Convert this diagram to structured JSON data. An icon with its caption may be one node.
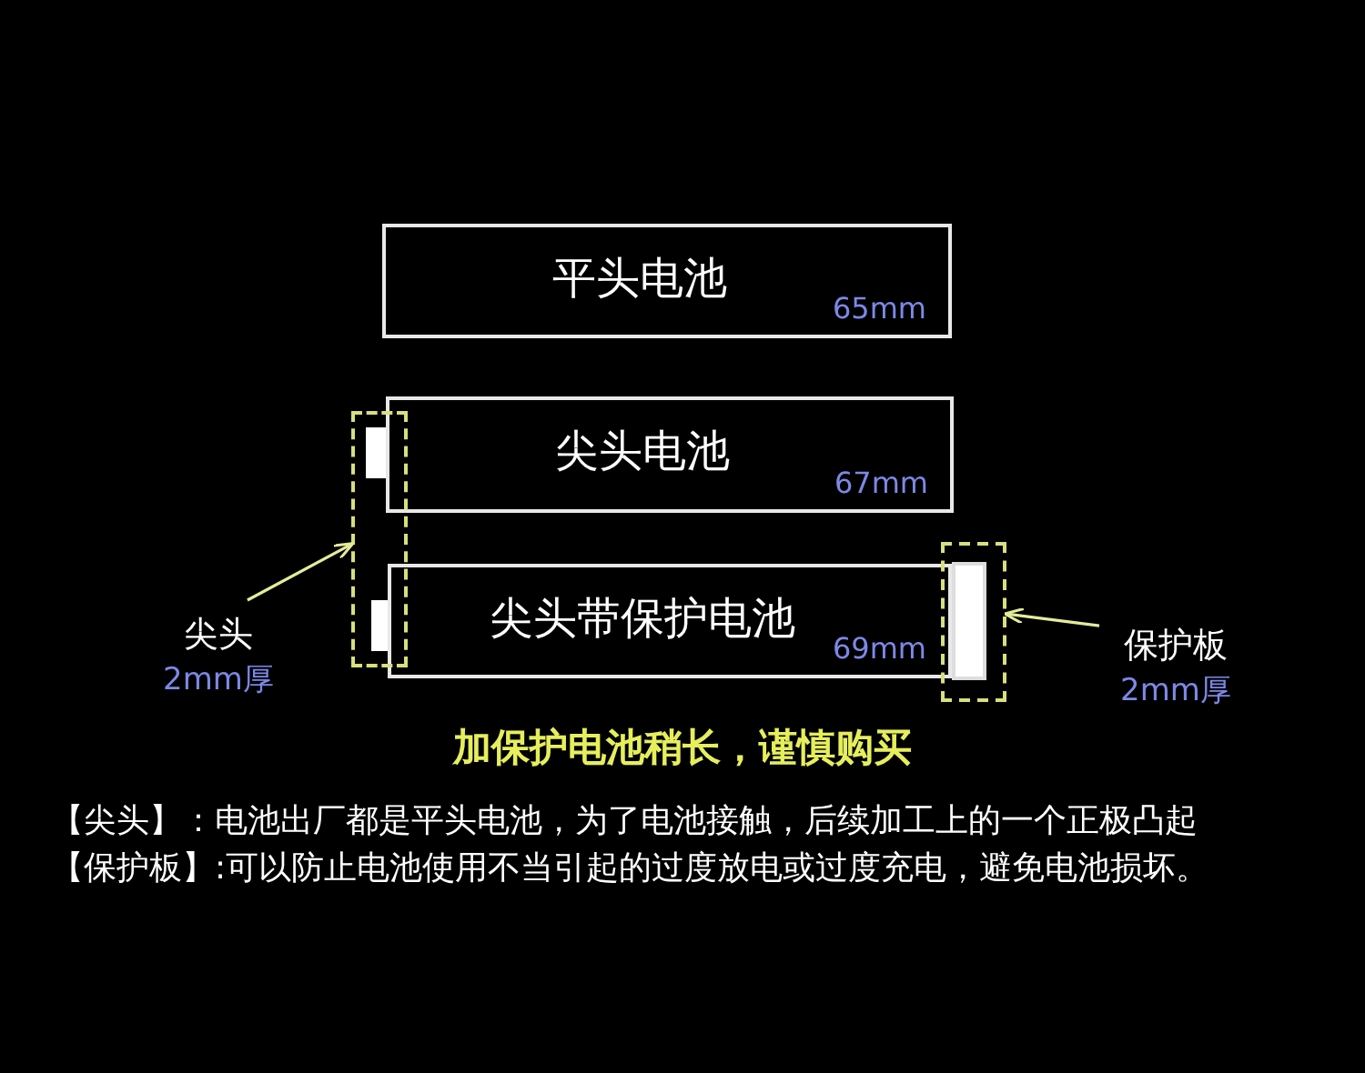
{
  "diagram": {
    "nodes": [
      {
        "text": [
          "平头电池",
          "65mm"
        ]
      },
      {
        "text": [
          "尖头电池",
          "67mm"
        ]
      },
      {
        "text": [
          "尖头带保护电池",
          "69mm"
        ]
      },
      {
        "text": [],
        "shape": "box"
      },
      {
        "text": [],
        "shape": "box"
      },
      {
        "text": [
          "尖头",
          "2mm厚"
        ]
      },
      {
        "text": [
          "保护板",
          "2mm厚"
        ]
      }
    ],
    "edges": [
      {
        "from": 5,
        "to": 3,
        "arrow": "to"
      },
      {
        "from": 6,
        "to": 4,
        "arrow": "to"
      }
    ],
    "labels": [
      "加保护电池稍长，谨慎购买",
      "【尖头】：电池出厂都是平头电池，为了电池接触，后续加工上的一个正极凸起",
      "【保护板】:可以防止电池使用不当引起的过度放电或过度充电，避免电池损坏。"
    ]
  }
}
